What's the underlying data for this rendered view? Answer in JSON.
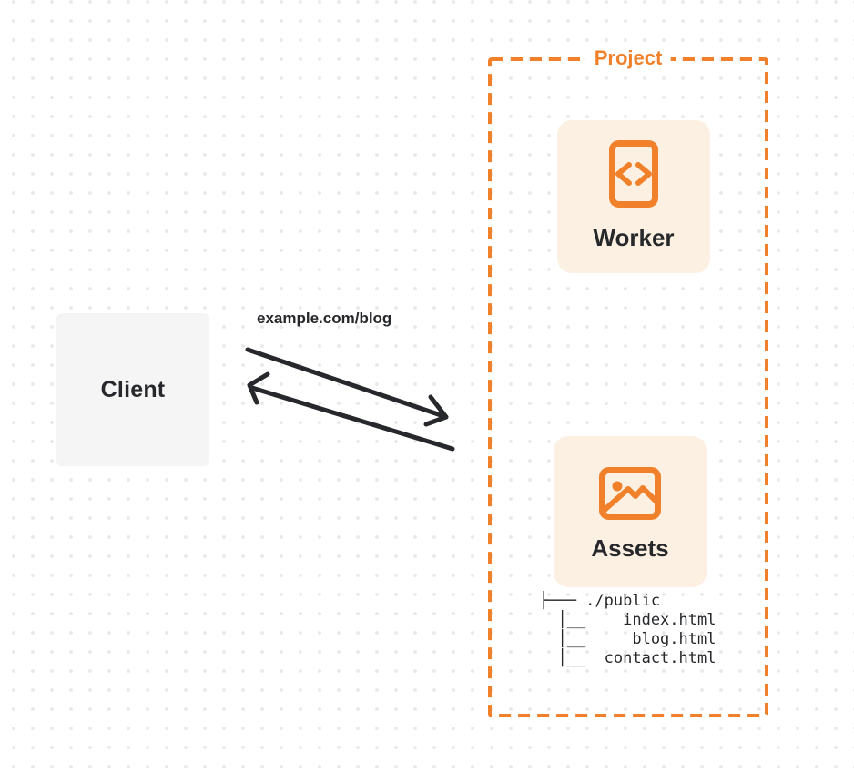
{
  "colors": {
    "accent": "#F0812A",
    "accent-soft": "#FBF0E2",
    "ink": "#26282B",
    "client-bg": "#F5F5F6",
    "dot": "#E9E9E9",
    "canvas": "#FFFFFF"
  },
  "client": {
    "label": "Client"
  },
  "request": {
    "url_label": "example.com/blog"
  },
  "project": {
    "label": "Project",
    "worker": {
      "label": "Worker",
      "icon": "code-file-icon"
    },
    "assets": {
      "label": "Assets",
      "icon": "image-icon",
      "tree": [
        "├─── ./public",
        "  │__    index.html",
        "  │__     blog.html",
        "  │__  contact.html"
      ]
    }
  }
}
